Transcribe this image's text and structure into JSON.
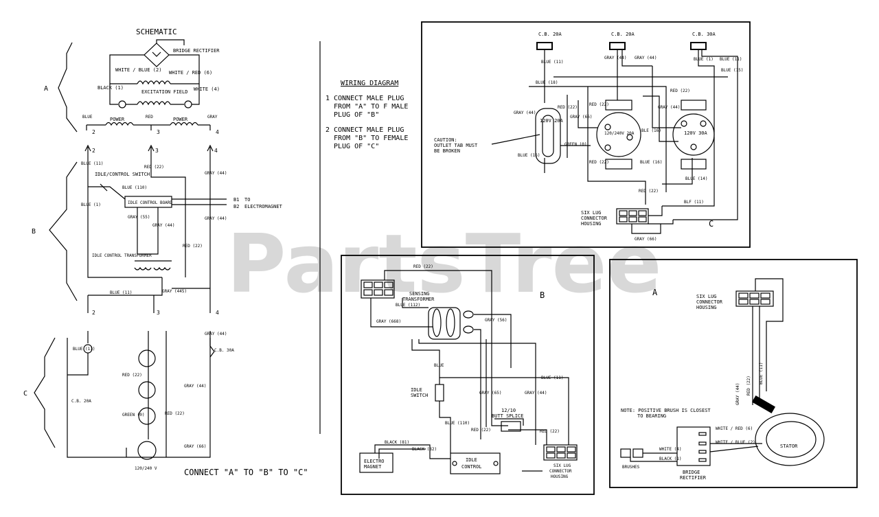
{
  "watermark": "PartsTree",
  "schematic": {
    "title": "SCHEMATIC",
    "sections": [
      "A",
      "B",
      "C"
    ],
    "section_a": {
      "bridge_rectifier": "BRIDGE RECTIFIER",
      "white_blue": "WHITE / BLUE (2)",
      "white_red": "WHITE / RED (6)",
      "black": "BLACK (1)",
      "white": "WHITE (4)",
      "excitation_field": "EXCITATION FIELD",
      "power_left": "POWER",
      "power_right": "POWER",
      "blue": "BLUE",
      "red": "RED",
      "gray": "GRAY",
      "term_2": "2",
      "term_3": "3",
      "term_4": "4"
    },
    "section_b": {
      "term_2": "2",
      "term_3": "3",
      "term_4": "4",
      "blue_11": "BLUE (11)",
      "red_22": "RED (22)",
      "gray_44": "GRAY (44)",
      "idle_control_switch": "IDLE/CONTROL SWITCH",
      "blue_110": "BLUE (110)",
      "blue_1": "BLUE (1)",
      "idle_control_board": "IDLE CONTROL BOARD",
      "b1": "B1",
      "to": "TO",
      "b2": "B2",
      "electromagnet": "ELECTROMAGNET",
      "gray_55": "GRAY (55)",
      "gray_44b": "GRAY (44)",
      "gray_44c": "GRAY (44)",
      "red_22b": "RED (22)",
      "idle_control_transformer": "IDLE CONTROL TRANSFORMER",
      "blue_11b": "BLUE (11)",
      "gray_445": "GRAY (445)",
      "bottom_2": "2",
      "bottom_3": "3",
      "bottom_4": "4"
    },
    "section_c": {
      "blue_11": "BLUE (11)",
      "gray_44": "GRAY (44)",
      "cb_20a": "C.B. 20A",
      "cb_30a": "C.B. 30A",
      "red_22": "RED (22)",
      "gray_44b": "GRAY (44)",
      "gray_66": "GRAY (66)",
      "red_22b": "RED (22)",
      "green": "GREEN (0)",
      "outlet_120_240": "120/240 V"
    },
    "connect_note": "CONNECT \"A\" TO \"B\" TO \"C\""
  },
  "instructions": {
    "title": "WIRING DIAGRAM",
    "step1_num": "1",
    "step1": [
      "CONNECT MALE PLUG",
      "FROM \"A\" TO F MALE",
      "PLUG OF \"B\""
    ],
    "step2_num": "2",
    "step2": [
      "CONNECT MALE PLUG",
      "FROM \"B\" TO FEMALE",
      "PLUG OF \"C\""
    ]
  },
  "panel_c": {
    "label": "C",
    "cb1": "C.B. 20A",
    "cb2": "C.B. 20A",
    "cb3": "C.B. 30A",
    "blue_11": "BLUE (11)",
    "gray_44": "GRAY (44)",
    "gray_44b": "GRAY (44)",
    "blue_1": "BLUE (1)",
    "blue_11b": "BLUE (11)",
    "blue_15": "BLUE (15)",
    "red_22": "RED (22)",
    "red_22b": "RED (22)",
    "red_22c": "RED (22)",
    "red_22d": "RED (22)",
    "gray_44c": "GRAY (44)",
    "gray_66": "GRAY (66)",
    "gray_44d": "GRAY (44)",
    "outlet1": "120V 20A",
    "outlet2": "120/240V 20A",
    "outlet3": "120V 30A",
    "caution": [
      "CAUTION:",
      "OUTLET TAB MUST",
      "BE BROKEN"
    ],
    "green_0": "GREEN (0)",
    "blue_16": "BLUE (16)",
    "ble_16": "BLE (16)",
    "ble_16b": "BLUE (16)",
    "blue_14": "BLUE (14)",
    "blue_18": "BLUE (18)",
    "red_22e": "RED (22)",
    "blf": "BLF (11)",
    "six_lug": [
      "SIX LUG",
      "CONNECTOR",
      "HOUSING"
    ],
    "gray_66b": "GRAY (66)"
  },
  "panel_b": {
    "label": "B",
    "red_22": "RED (22)",
    "sensing_transformer": [
      "SENSING",
      "TRANSFORMER"
    ],
    "blue_112": "BLUE (112)",
    "gray_56": "GRAY (56)",
    "gray_668": "GRAY (668)",
    "blue": "BLUE",
    "idle_switch": [
      "IDLE",
      "SWITCH"
    ],
    "gray_65": "GRAY (65)",
    "gray_44": "GRAY (44)",
    "blue_11": "BLUE (11)",
    "butt_splice": [
      "12/10",
      "BUTT SPLICE"
    ],
    "blue_110": "BLUE (110)",
    "red_22b": "RED (22)",
    "red_22c": "RED (22)",
    "black_81": "BLACK (81)",
    "black_82": "BLACK (82)",
    "electromagnet": [
      "ELECTRO",
      "MAGNET"
    ],
    "idle_control": [
      "IDLE",
      "CONTROL"
    ],
    "six_lug": [
      "SIX LUG",
      "CONNECTOR",
      "HOUSING"
    ]
  },
  "panel_a": {
    "label": "A",
    "six_lug": [
      "SIX LUG",
      "CONNECTOR",
      "HOUSING"
    ],
    "gray_44": "GRAY (44)",
    "red_22": "RED (22)",
    "blue_11": "BLUE (11)",
    "note": [
      "NOTE: POSITIVE BRUSH IS CLOSEST",
      "TO BEARING"
    ],
    "white_red": "WHITE / RED (6)",
    "white_blue": "WHITE / BLUE (2)",
    "white_4": "WHITE (4)",
    "black_1": "BLACK (1)",
    "stator": "STATOR",
    "bridge_rectifier": [
      "BRIDGE",
      "RECTIFIER"
    ],
    "brushes": "BRUSHES"
  }
}
